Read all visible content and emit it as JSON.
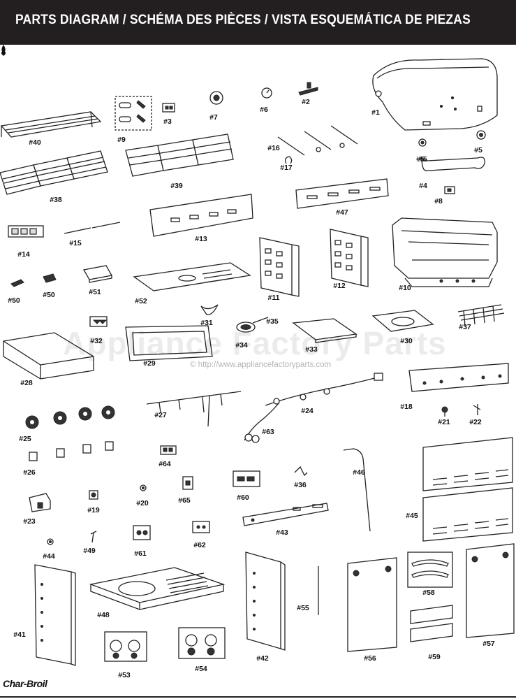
{
  "header": {
    "title": "PARTS DIAGRAM / SCHÉMA DES PIÈCES / VISTA ESQUEMÁTICA DE PIEZAS"
  },
  "watermark": {
    "text": "Appliance Factory Parts",
    "url": "© http://www.appliancefactoryparts.com"
  },
  "brand": {
    "name": "Char-Broil"
  },
  "colors": {
    "header_bg": "#231f20",
    "header_text": "#ffffff",
    "line": "#222222"
  },
  "parts": [
    {
      "label": "#1"
    },
    {
      "label": "#2"
    },
    {
      "label": "#3"
    },
    {
      "label": "#4"
    },
    {
      "label": "#5"
    },
    {
      "label": "#5"
    },
    {
      "label": "#5"
    },
    {
      "label": "#6"
    },
    {
      "label": "#7"
    },
    {
      "label": "#8"
    },
    {
      "label": "#9"
    },
    {
      "label": "#10"
    },
    {
      "label": "#11"
    },
    {
      "label": "#12"
    },
    {
      "label": "#13"
    },
    {
      "label": "#14"
    },
    {
      "label": "#15"
    },
    {
      "label": "#16"
    },
    {
      "label": "#17"
    },
    {
      "label": "#18"
    },
    {
      "label": "#19"
    },
    {
      "label": "#20"
    },
    {
      "label": "#21"
    },
    {
      "label": "#22"
    },
    {
      "label": "#23"
    },
    {
      "label": "#24"
    },
    {
      "label": "#25"
    },
    {
      "label": "#26"
    },
    {
      "label": "#27"
    },
    {
      "label": "#28"
    },
    {
      "label": "#29"
    },
    {
      "label": "#30"
    },
    {
      "label": "#31"
    },
    {
      "label": "#32"
    },
    {
      "label": "#33"
    },
    {
      "label": "#34"
    },
    {
      "label": "#35"
    },
    {
      "label": "#36"
    },
    {
      "label": "#37"
    },
    {
      "label": "#38"
    },
    {
      "label": "#39"
    },
    {
      "label": "#40"
    },
    {
      "label": "#41"
    },
    {
      "label": "#42"
    },
    {
      "label": "#43"
    },
    {
      "label": "#44"
    },
    {
      "label": "#45"
    },
    {
      "label": "#46"
    },
    {
      "label": "#47"
    },
    {
      "label": "#48"
    },
    {
      "label": "#49"
    },
    {
      "label": "#50"
    },
    {
      "label": "#50"
    },
    {
      "label": "#51"
    },
    {
      "label": "#52"
    },
    {
      "label": "#53"
    },
    {
      "label": "#54"
    },
    {
      "label": "#55"
    },
    {
      "label": "#56"
    },
    {
      "label": "#57"
    },
    {
      "label": "#58"
    },
    {
      "label": "#59"
    },
    {
      "label": "#60"
    },
    {
      "label": "#61"
    },
    {
      "label": "#62"
    },
    {
      "label": "#63"
    },
    {
      "label": "#64"
    },
    {
      "label": "#65"
    }
  ]
}
